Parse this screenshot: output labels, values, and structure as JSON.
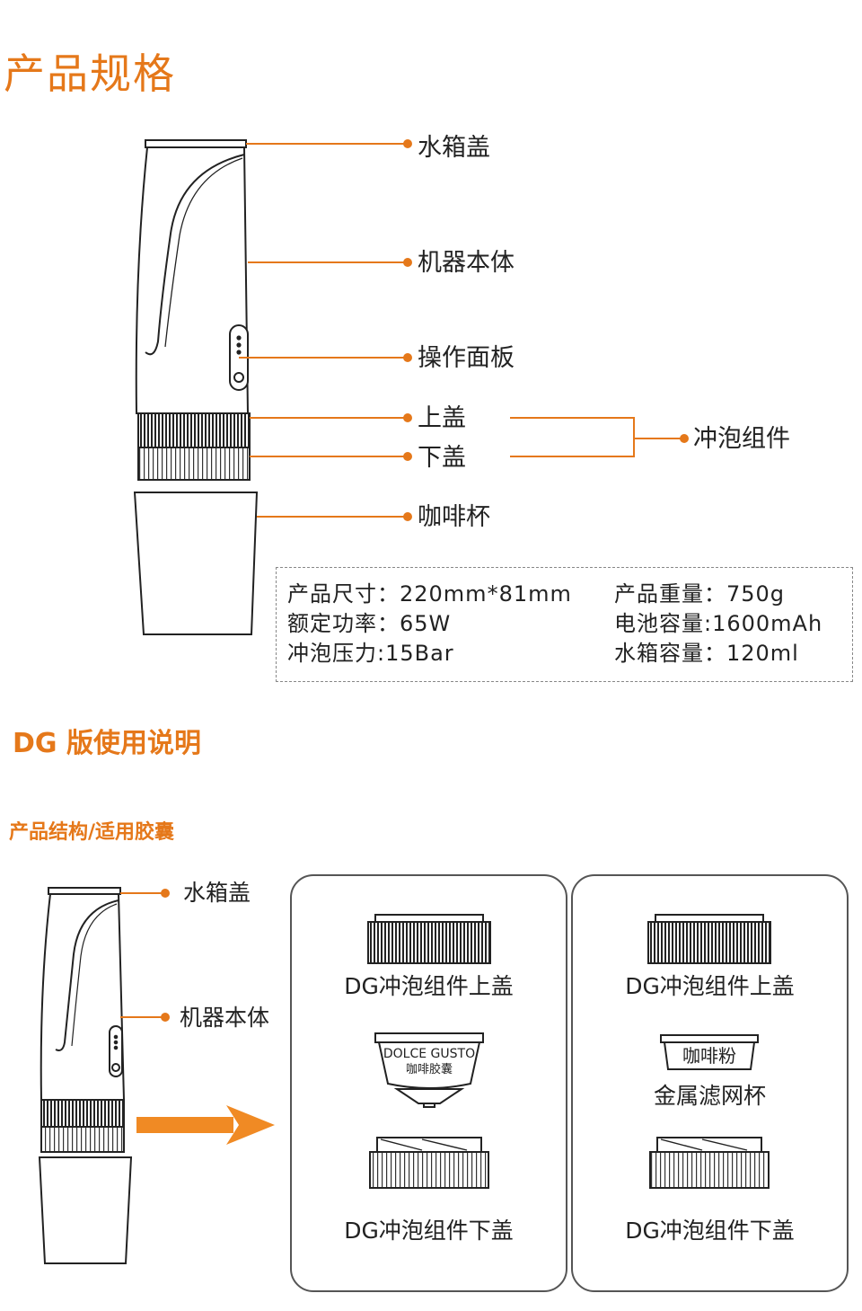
{
  "titles": {
    "specs": "产品规格",
    "dg_usage": "DG 版使用说明",
    "structure": "产品结构/适用胶囊"
  },
  "parts": {
    "water_tank_lid": "水箱盖",
    "machine_body": "机器本体",
    "control_panel": "操作面板",
    "upper_lid": "上盖",
    "lower_lid": "下盖",
    "brew_assembly": "冲泡组件",
    "coffee_cup": "咖啡杯"
  },
  "specs": {
    "size": "产品尺寸：220mm*81mm",
    "power": "额定功率：65W",
    "pressure": "冲泡压力:15Bar",
    "weight": "产品重量：750g",
    "battery": "电池容量:1600mAh",
    "tank": "水箱容量：120ml"
  },
  "structure_labels": {
    "water_tank_lid": "水箱盖",
    "machine_body": "机器本体"
  },
  "panel_left": {
    "top": "DG冲泡组件上盖",
    "capsule_brand": "DOLCE GUSTO",
    "capsule_text": "咖啡胶囊",
    "bottom": "DG冲泡组件下盖"
  },
  "panel_right": {
    "top": "DG冲泡组件上盖",
    "filter_text": "咖啡粉",
    "filter_label": "金属滤网杯",
    "bottom": "DG冲泡组件下盖"
  },
  "colors": {
    "accent": "#e5781a",
    "line": "#222222"
  }
}
